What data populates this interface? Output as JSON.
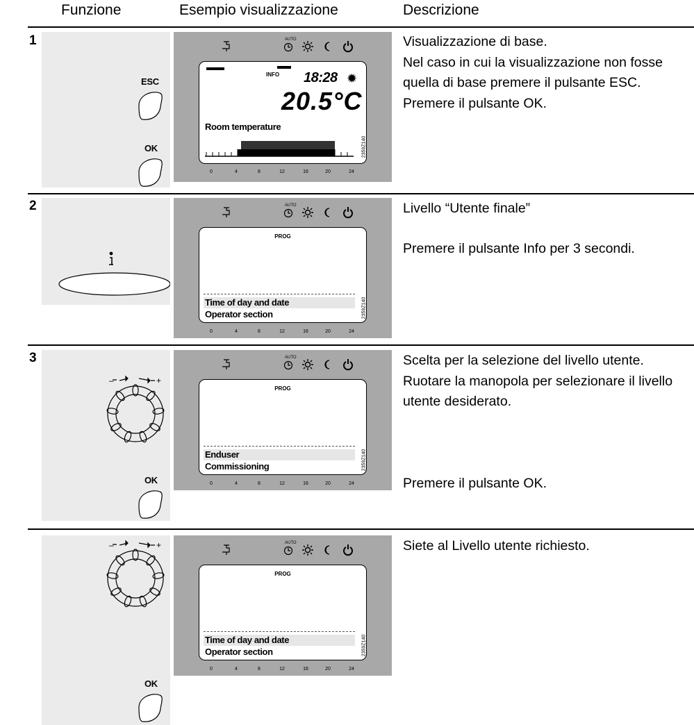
{
  "header": {
    "col_function": "Funzione",
    "col_example": "Esempio visualizzazione",
    "col_description": "Descrizione"
  },
  "rows": [
    {
      "number": "1",
      "buttons": {
        "esc_label": "ESC",
        "ok_label": "OK"
      },
      "display": {
        "auto_label": "AUTO",
        "info_label": "INFO",
        "time": "18:28",
        "temperature": "20.5°C",
        "label": "Room temperature",
        "ticks": [
          "0",
          "4",
          "8",
          "12",
          "16",
          "20",
          "24"
        ],
        "code": "2359Z140"
      },
      "description": [
        "Visualizzazione di base.",
        "Nel caso in cui la visualizzazione non fosse quella di base premere il pulsante ESC.",
        "Premere il pulsante OK."
      ]
    },
    {
      "number": "2",
      "buttons": {
        "info_icon": "info-icon"
      },
      "display": {
        "auto_label": "AUTO",
        "prog_label": "PROG",
        "lines": [
          "Time of day and date",
          "Operator section"
        ],
        "ticks": [
          "0",
          "4",
          "8",
          "12",
          "16",
          "20",
          "24"
        ],
        "code": "2359Z140"
      },
      "description": [
        "Livello “Utente finale”",
        "Premere il pulsante Info per 3 secondi."
      ]
    },
    {
      "number": "3",
      "buttons": {
        "ok_label": "OK"
      },
      "display": {
        "auto_label": "AUTO",
        "prog_label": "PROG",
        "lines": [
          "Enduser",
          "Commissioning"
        ],
        "ticks": [
          "0",
          "4",
          "8",
          "12",
          "16",
          "20",
          "24"
        ],
        "code": "2359Z140"
      },
      "description": [
        "Scelta per la selezione del livello utente.",
        "Ruotare la manopola per selezionare il livello utente desiderato.",
        "Premere il pulsante OK."
      ]
    },
    {
      "number": "",
      "buttons": {
        "ok_label": "OK"
      },
      "display": {
        "auto_label": "AUTO",
        "prog_label": "PROG",
        "lines": [
          "Time of day and date",
          "Operator section"
        ],
        "ticks": [
          "0",
          "4",
          "8",
          "12",
          "16",
          "20",
          "24"
        ],
        "code": "2359Z140"
      },
      "description": [
        "Siete al Livello utente richiesto."
      ]
    }
  ],
  "icons": [
    "tap-icon",
    "auto-clock-icon",
    "sun-icon",
    "moon-icon",
    "power-icon",
    "rotary-knob-icon",
    "info-icon"
  ]
}
